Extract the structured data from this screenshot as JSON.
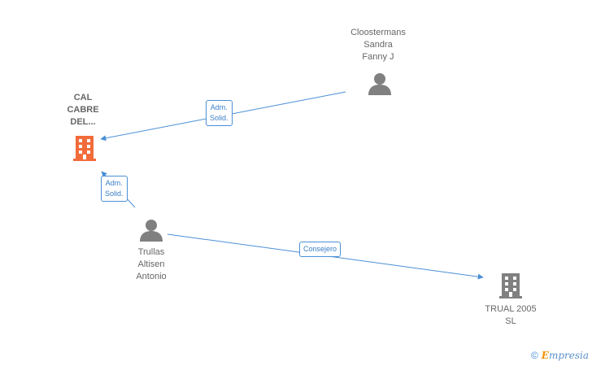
{
  "nodes": {
    "cal_cabre": {
      "label": "CAL\nCABRE\nDEL...",
      "type": "company",
      "highlighted": true
    },
    "cloostermans": {
      "label": "Cloostermans\nSandra\nFanny J",
      "type": "person"
    },
    "trullas": {
      "label": "Trullas\nAltisen\nAntonio",
      "type": "person"
    },
    "trual": {
      "label": "TRUAL 2005\nSL",
      "type": "company"
    }
  },
  "edges": {
    "cloostermans_to_cal": {
      "label": "Adm.\nSolid."
    },
    "trullas_to_cal": {
      "label": "Adm.\nSolid."
    },
    "trullas_to_trual": {
      "label": "Consejero"
    }
  },
  "footer": {
    "copyright_symbol": "©",
    "brand_initial": "E",
    "brand_rest": "mpresia"
  },
  "colors": {
    "edge": "#4a8fd6",
    "company_highlight": "#f26b3a",
    "company": "#808080",
    "person": "#808080"
  }
}
